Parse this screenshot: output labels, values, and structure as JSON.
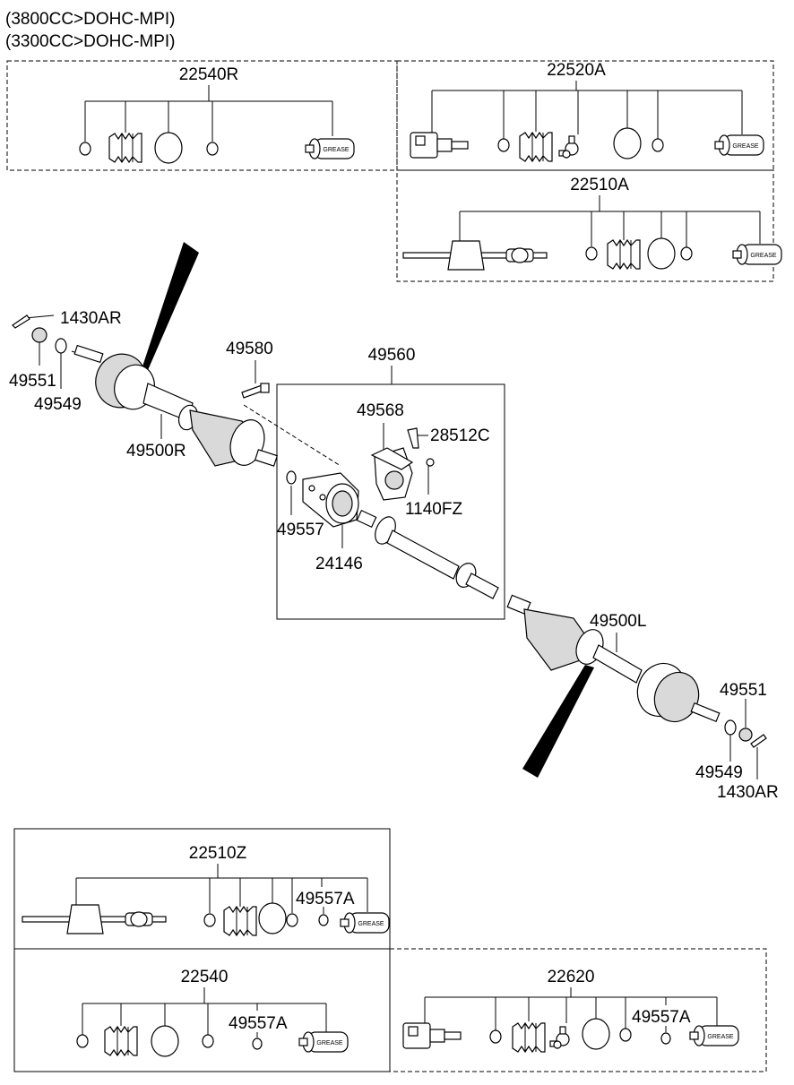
{
  "header": {
    "line1": "(3800CC>DOHC-MPI)",
    "line2": "(3300CC>DOHC-MPI)"
  },
  "kits": {
    "k22540R": {
      "title": "22540R",
      "grease": "GREASE"
    },
    "k22520A": {
      "title": "22520A",
      "grease": "GREASE"
    },
    "k22510A": {
      "title": "22510A",
      "grease": "GREASE"
    },
    "k22510Z": {
      "title": "22510Z",
      "sub": "49557A",
      "grease": "GREASE"
    },
    "k22540": {
      "title": "22540",
      "sub": "49557A",
      "grease": "GREASE"
    },
    "k22620": {
      "title": "22620",
      "sub": "49557A",
      "grease": "GREASE"
    }
  },
  "labels": {
    "p1430AR_r": "1430AR",
    "p49551_r": "49551",
    "p49549_r": "49549",
    "p49500R": "49500R",
    "p49580": "49580",
    "p49560": "49560",
    "p49568": "49568",
    "p28512C": "28512C",
    "p1140FZ": "1140FZ",
    "p49557": "49557",
    "p24146": "24146",
    "p49500L": "49500L",
    "p49551_l": "49551",
    "p49549_l": "49549",
    "p1430AR_l": "1430AR"
  }
}
